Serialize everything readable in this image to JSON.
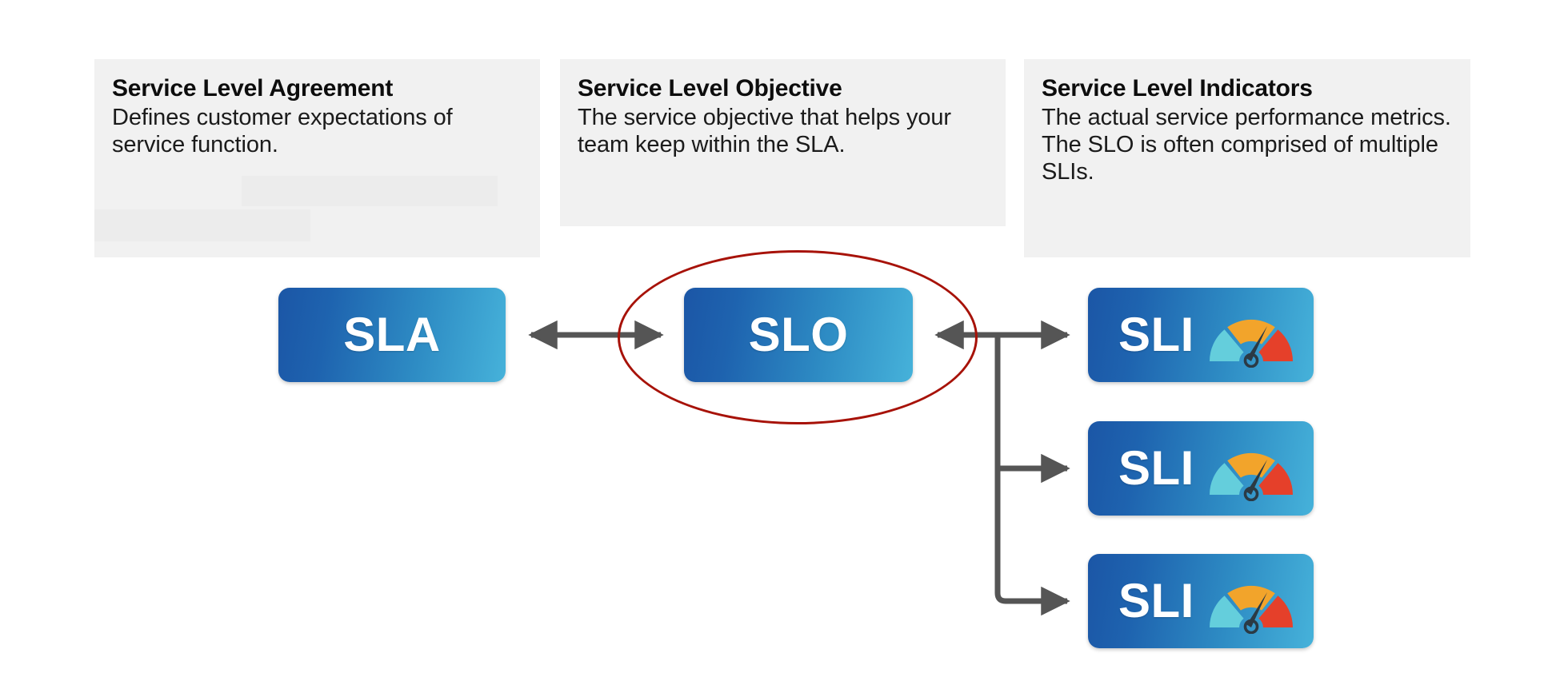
{
  "diagram": {
    "title": "SLA, SLO and SLI relationship diagram",
    "background": "#FFFFFF",
    "cards": [
      {
        "id": "sla-card",
        "title": "Service Level Agreement",
        "body": "Defines customer expectations of service function.",
        "background": "#F1F1F1",
        "has_redaction_blocks": true
      },
      {
        "id": "slo-card",
        "title": "Service Level Objective",
        "body": "The service objective that helps your team keep within the SLA.",
        "background": "#F1F1F1",
        "has_redaction_blocks": false
      },
      {
        "id": "sli-card",
        "title": "Service Level Indicators",
        "body": "The actual service performance metrics. The SLO is often comprised of multiple SLIs.",
        "background": "#F1F1F1",
        "has_redaction_blocks": false
      }
    ],
    "nodes": [
      {
        "id": "sla",
        "label": "SLA",
        "icon": null
      },
      {
        "id": "slo",
        "label": "SLO",
        "icon": null
      },
      {
        "id": "sli-1",
        "label": "SLI",
        "icon": "gauge-icon"
      },
      {
        "id": "sli-2",
        "label": "SLI",
        "icon": "gauge-icon"
      },
      {
        "id": "sli-3",
        "label": "SLI",
        "icon": "gauge-icon"
      }
    ],
    "connectors": [
      {
        "id": "sla-slo",
        "from": "sla",
        "to": "slo",
        "style": "double-arrow"
      },
      {
        "id": "slo-sli-trunk",
        "from": "slo",
        "to": "sli-group",
        "style": "double-arrow-branching"
      },
      {
        "id": "trunk-sli-1",
        "from": "trunk",
        "to": "sli-1",
        "style": "arrow"
      },
      {
        "id": "trunk-sli-2",
        "from": "trunk",
        "to": "sli-2",
        "style": "arrow"
      },
      {
        "id": "trunk-sli-3",
        "from": "trunk",
        "to": "sli-3",
        "style": "arrow"
      }
    ],
    "annotation": {
      "id": "slo-highlight",
      "shape": "ellipse",
      "targets": "slo",
      "stroke_color": "#A71208",
      "stroke_width": 3
    },
    "colors": {
      "node_gradient_start": "#1B56A6",
      "node_gradient_end": "#46B2DA",
      "node_text": "#FFFFFF",
      "card_background": "#F1F1F1",
      "card_title_text": "#0D0D0D",
      "card_body_text": "#1B1B1B",
      "connector": "#555555",
      "highlight_stroke": "#A71208",
      "gauge_teal": "#64CEDC",
      "gauge_orange": "#F2A42B",
      "gauge_red": "#E5402A",
      "gauge_needle": "#2B3A45"
    }
  }
}
